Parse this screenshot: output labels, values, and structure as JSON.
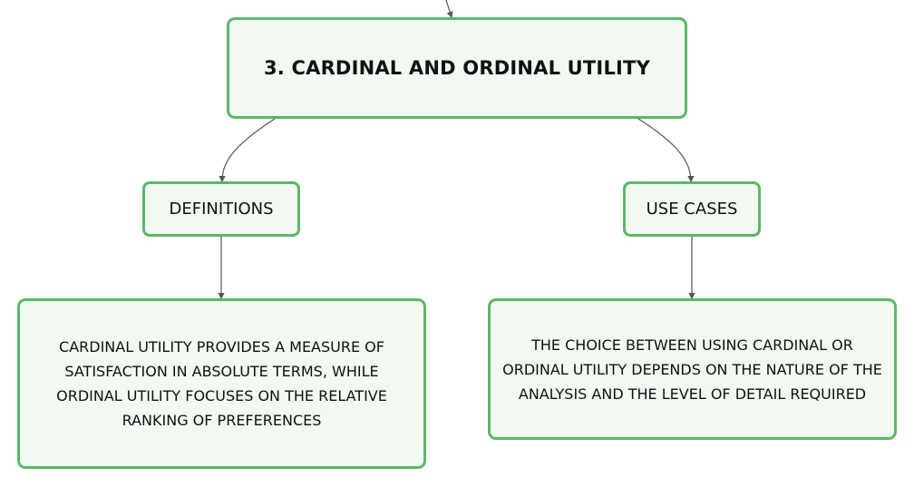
{
  "diagram": {
    "title": "3. CARDINAL AND ORDINAL UTILITY",
    "branches": [
      {
        "label": "DEFINITIONS",
        "text": "CARDINAL UTILITY PROVIDES A MEASURE OF SATISFACTION IN ABSOLUTE TERMS, WHILE ORDINAL UTILITY FOCUSES ON THE RELATIVE RANKING OF PREFERENCES"
      },
      {
        "label": "USE CASES",
        "text": "THE CHOICE BETWEEN USING CARDINAL OR ORDINAL UTILITY DEPENDS ON THE NATURE OF THE ANALYSIS AND THE LEVEL OF DETAIL REQUIRED"
      }
    ]
  },
  "colors": {
    "node_border": "#5cb865",
    "node_fill": "#f1f9f2",
    "connector": "#555555"
  }
}
